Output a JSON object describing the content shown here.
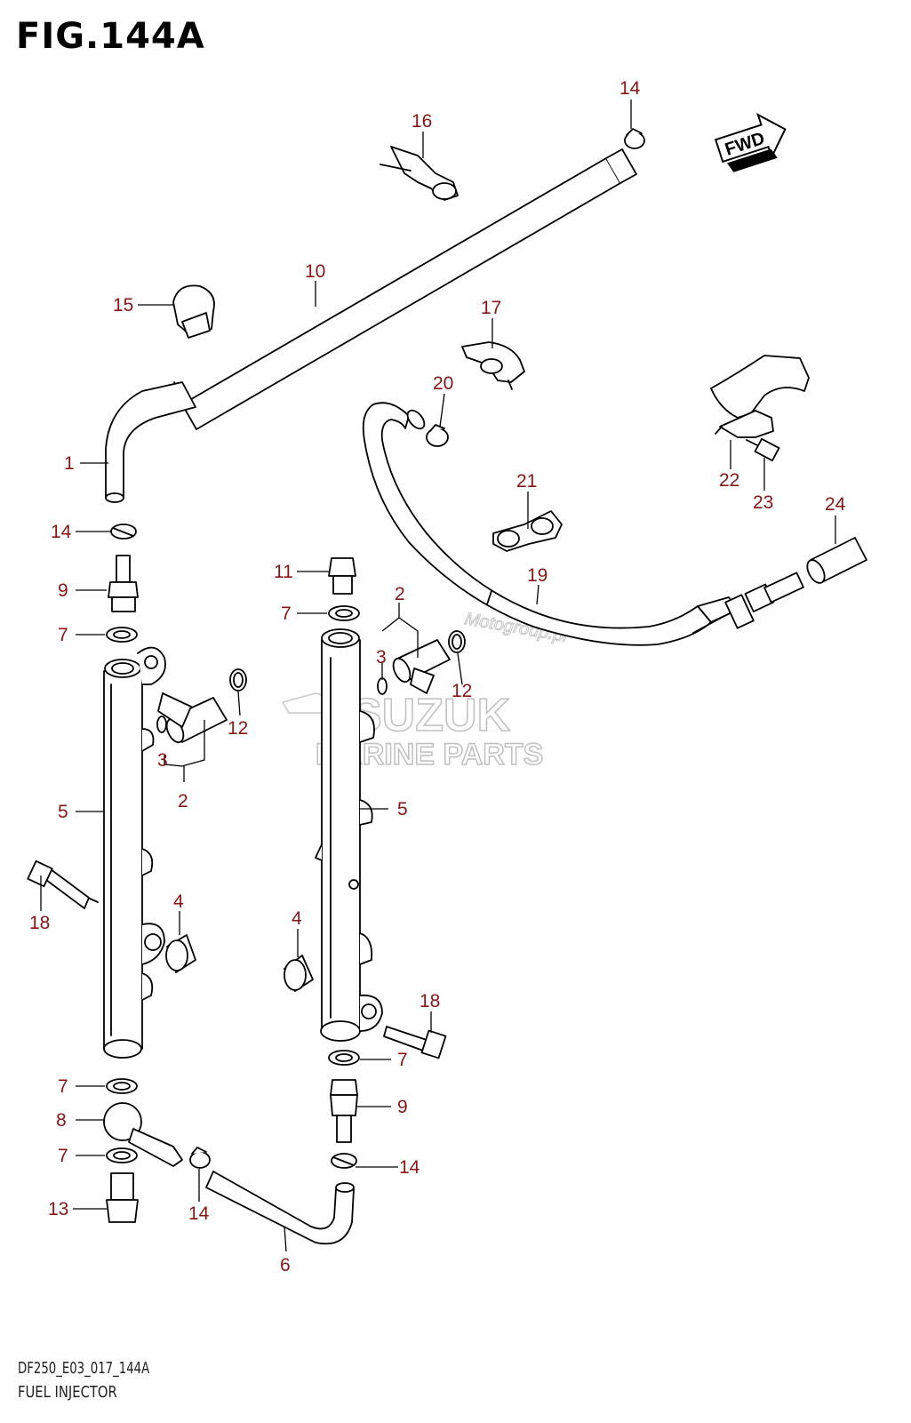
{
  "figure": {
    "title": "FIG.144A",
    "code": "DF250_E03_017_144A",
    "name": "FUEL INJECTOR",
    "fwd_label": "FWD"
  },
  "watermark": {
    "brand": "SUZUK",
    "subtitle": "MARINE PARTS",
    "site": "Motogroup.pl"
  },
  "callouts": [
    "14",
    "16",
    "10",
    "15",
    "17",
    "20",
    "22",
    "23",
    "24",
    "21",
    "19",
    "1",
    "14",
    "9",
    "7",
    "11",
    "7",
    "2",
    "3",
    "12",
    "7",
    "3",
    "12",
    "2",
    "5",
    "5",
    "18",
    "4",
    "4",
    "18",
    "7",
    "7",
    "9",
    "8",
    "7",
    "14",
    "13",
    "14",
    "6"
  ],
  "colors": {
    "callout": "#8b1414",
    "line": "#000000",
    "watermark": "#b9b9b9"
  }
}
